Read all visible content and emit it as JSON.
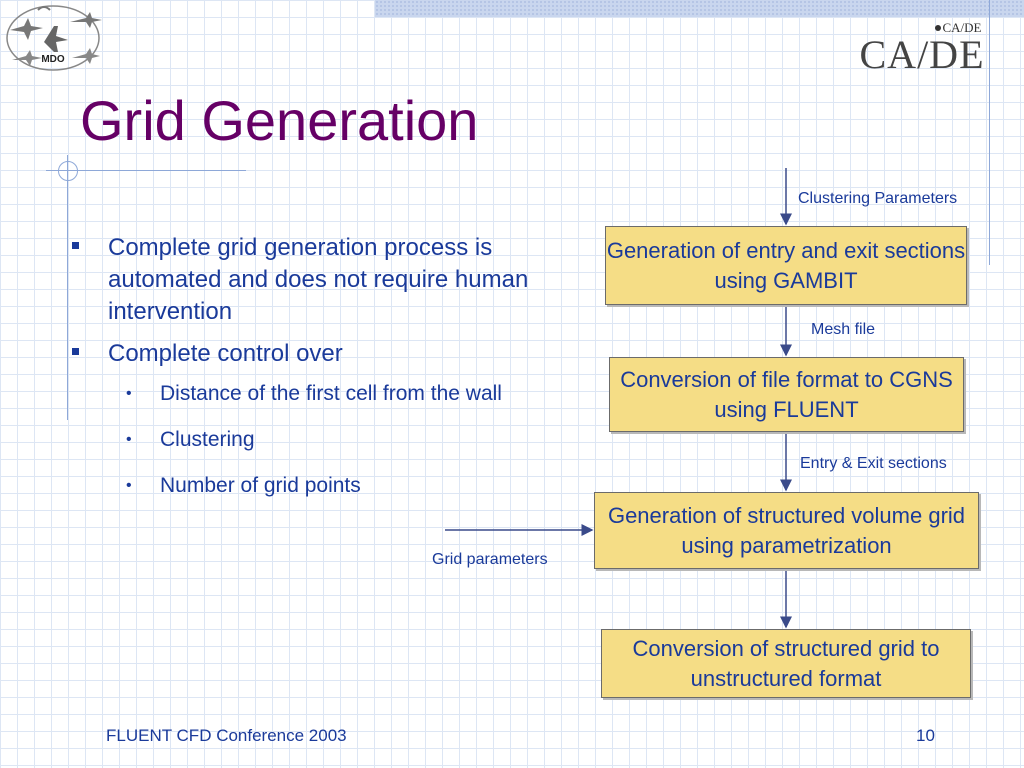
{
  "header": {
    "title": "Grid Generation",
    "logo_left_text": "MDO",
    "logo_right_main": "CA/DE",
    "logo_right_small": "CA/DE"
  },
  "bullets": [
    {
      "level": 1,
      "text": "Complete grid generation process is automated and does not require human intervention"
    },
    {
      "level": 1,
      "text": "Complete control over"
    },
    {
      "level": 2,
      "text": "Distance of the first cell from the wall"
    },
    {
      "level": 2,
      "text": "Clustering"
    },
    {
      "level": 2,
      "text": "Number of grid points"
    }
  ],
  "flow": {
    "boxes": [
      "Generation of entry and exit sections using GAMBIT",
      "Conversion of file format to CGNS using FLUENT",
      "Generation of structured volume grid using parametrization",
      "Conversion of structured grid to unstructured format"
    ],
    "labels": {
      "clustering": "Clustering Parameters",
      "mesh": "Mesh file",
      "entry_exit": "Entry & Exit sections",
      "grid_params": "Grid parameters"
    }
  },
  "footer": {
    "conference": "FLUENT CFD Conference 2003",
    "page": "10"
  },
  "colors": {
    "title": "#660066",
    "text": "#1a3a9a",
    "box_fill": "#f5dd86"
  }
}
